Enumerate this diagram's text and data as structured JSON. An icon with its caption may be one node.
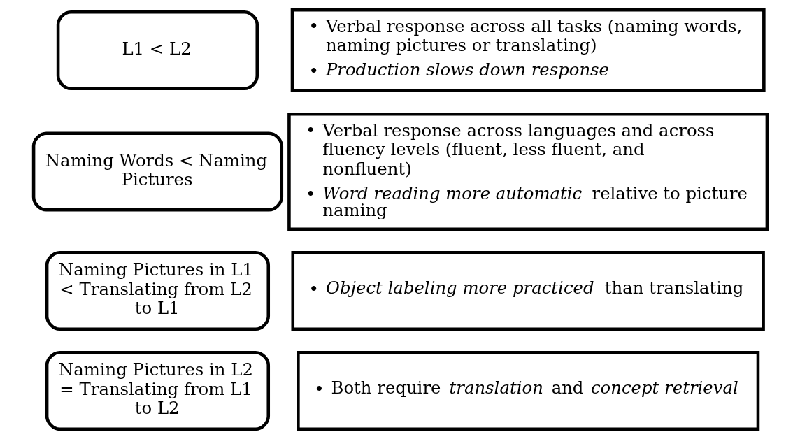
{
  "diagram": {
    "nodes": [
      {
        "text": [
          "L1 < L2"
        ]
      },
      {
        "text": [
          "• Verbal response across all tasks (naming words, naming pictures or translating)",
          "• *Production slows down response*"
        ]
      },
      {
        "text": [
          "Naming Words < Naming Pictures"
        ]
      },
      {
        "text": [
          "• Verbal response across languages and across fluency levels (fluent, less fluent, and nonfluent)",
          "• *Word reading more automatic* relative to picture naming"
        ]
      },
      {
        "text": [
          "Naming Pictures in L1 < Translating from L2 to L1"
        ]
      },
      {
        "text": [
          "• *Object labeling more practiced* than translating"
        ]
      },
      {
        "text": [
          "Naming Pictures in L2 = Translating from L1 to L2"
        ]
      },
      {
        "text": [
          "• Both require *translation* and *concept retrieval*"
        ]
      }
    ],
    "edges": []
  }
}
